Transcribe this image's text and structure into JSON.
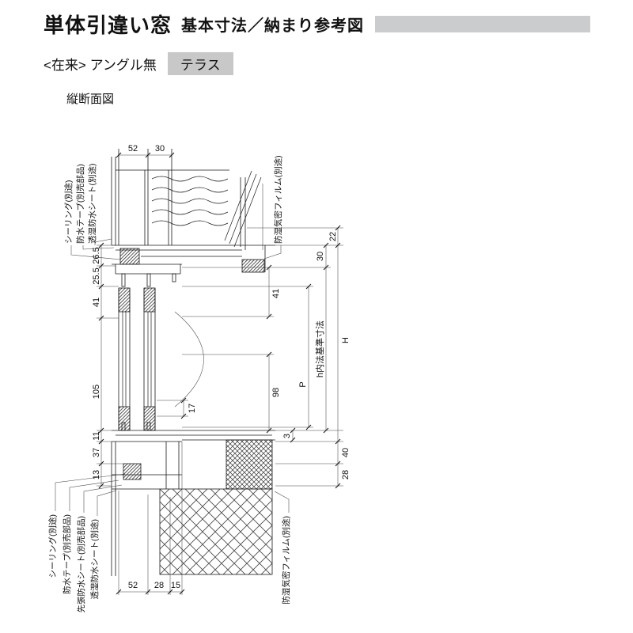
{
  "page": {
    "title": "単体引違い窓",
    "subtitle": "基本寸法／納まり参考図",
    "variant": "<在来> アングル無",
    "badge": "テラス",
    "section": "縦断面図"
  },
  "callouts": {
    "top": [
      "シーリング(別途)",
      "防水テープ(別売部品)",
      "透湿防水シート(別途)",
      "防湿気密フィルム(別途)"
    ],
    "bottom": [
      "シーリング(別途)",
      "防水テープ(別売部品)",
      "先張防水シート(別売部品)",
      "透湿防水シート(別途)",
      "防湿気密フィルム(別途)"
    ]
  },
  "dims": {
    "top": [
      "52",
      "30"
    ],
    "left": [
      "26.5",
      "25.5",
      "41",
      "105",
      "11",
      "37",
      "13"
    ],
    "right": {
      "r22": "22",
      "r30": "30",
      "r41": "41",
      "H": "H",
      "h_inner": "h内法基準寸法",
      "P": "P",
      "r98": "98",
      "r17": "17",
      "r3": "3",
      "r40": "40",
      "r28": "28"
    },
    "bottom": [
      "52",
      "28",
      "15"
    ]
  },
  "colors": {
    "header_bar": "#cbcccd",
    "badge_bg": "#c8c8c8",
    "line": "#1a1a1a"
  }
}
